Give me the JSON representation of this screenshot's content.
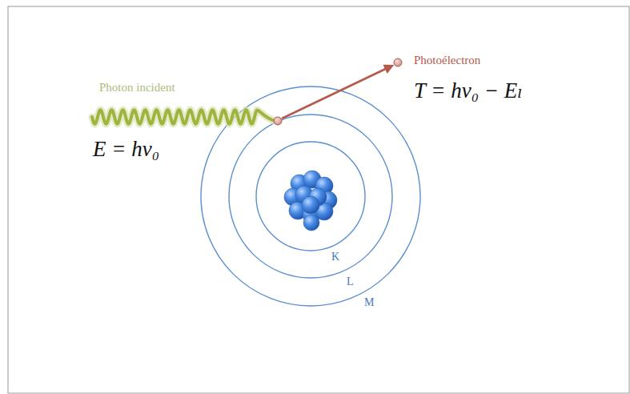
{
  "diagram": {
    "labels": [
      "Photon incident",
      "E = hν₀",
      "Photoélectron",
      "T = hν₀ − Eₗ",
      "K",
      "L",
      "M"
    ]
  }
}
